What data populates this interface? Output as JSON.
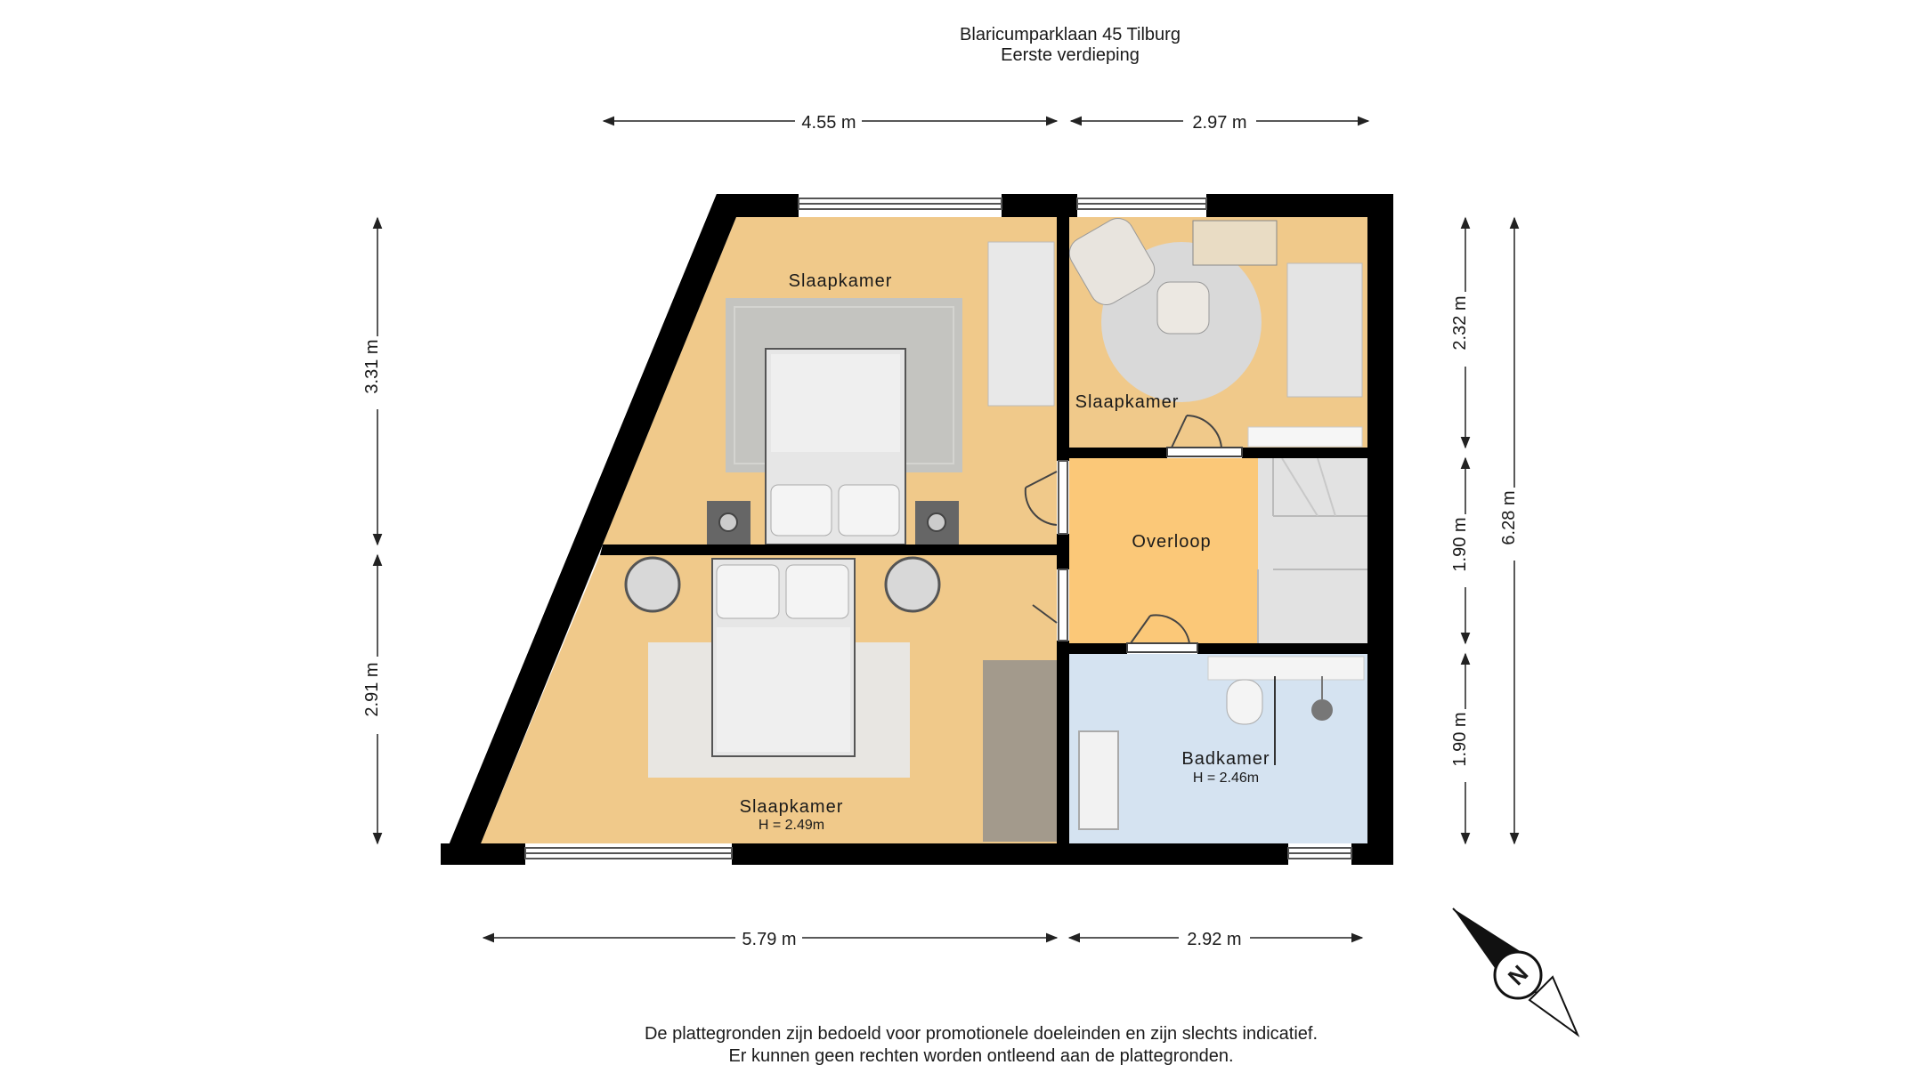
{
  "header": {
    "address": "Blaricumparklaan 45 Tilburg",
    "floor": "Eerste verdieping"
  },
  "dimensions": {
    "top_left": "4.55 m",
    "top_right": "2.97 m",
    "bottom_left": "5.79 m",
    "bottom_right": "2.92 m",
    "left_upper": "3.31 m",
    "left_lower": "2.91 m",
    "right_upper": "2.32 m",
    "right_middle": "1.90 m",
    "right_lower": "1.90 m",
    "right_total": "6.28 m"
  },
  "rooms": {
    "bedroom_top": {
      "name": "Slaapkamer"
    },
    "bedroom_small": {
      "name": "Slaapkamer"
    },
    "landing": {
      "name": "Overloop"
    },
    "bedroom_bottom": {
      "name": "Slaapkamer",
      "height": "H = 2.49m"
    },
    "bathroom": {
      "name": "Badkamer",
      "height": "H = 2.46m"
    }
  },
  "compass": {
    "letter": "N"
  },
  "footer": {
    "line1": "De plattegronden zijn bedoeld voor promotionele doeleinden en zijn slechts indicatief.",
    "line2": "Er kunnen geen rechten worden ontleend aan de plattegronden."
  },
  "colors": {
    "bedroom": "#f0c98a",
    "landing": "#fbc878",
    "bathroom": "#d5e3f1",
    "wall": "#000000"
  }
}
